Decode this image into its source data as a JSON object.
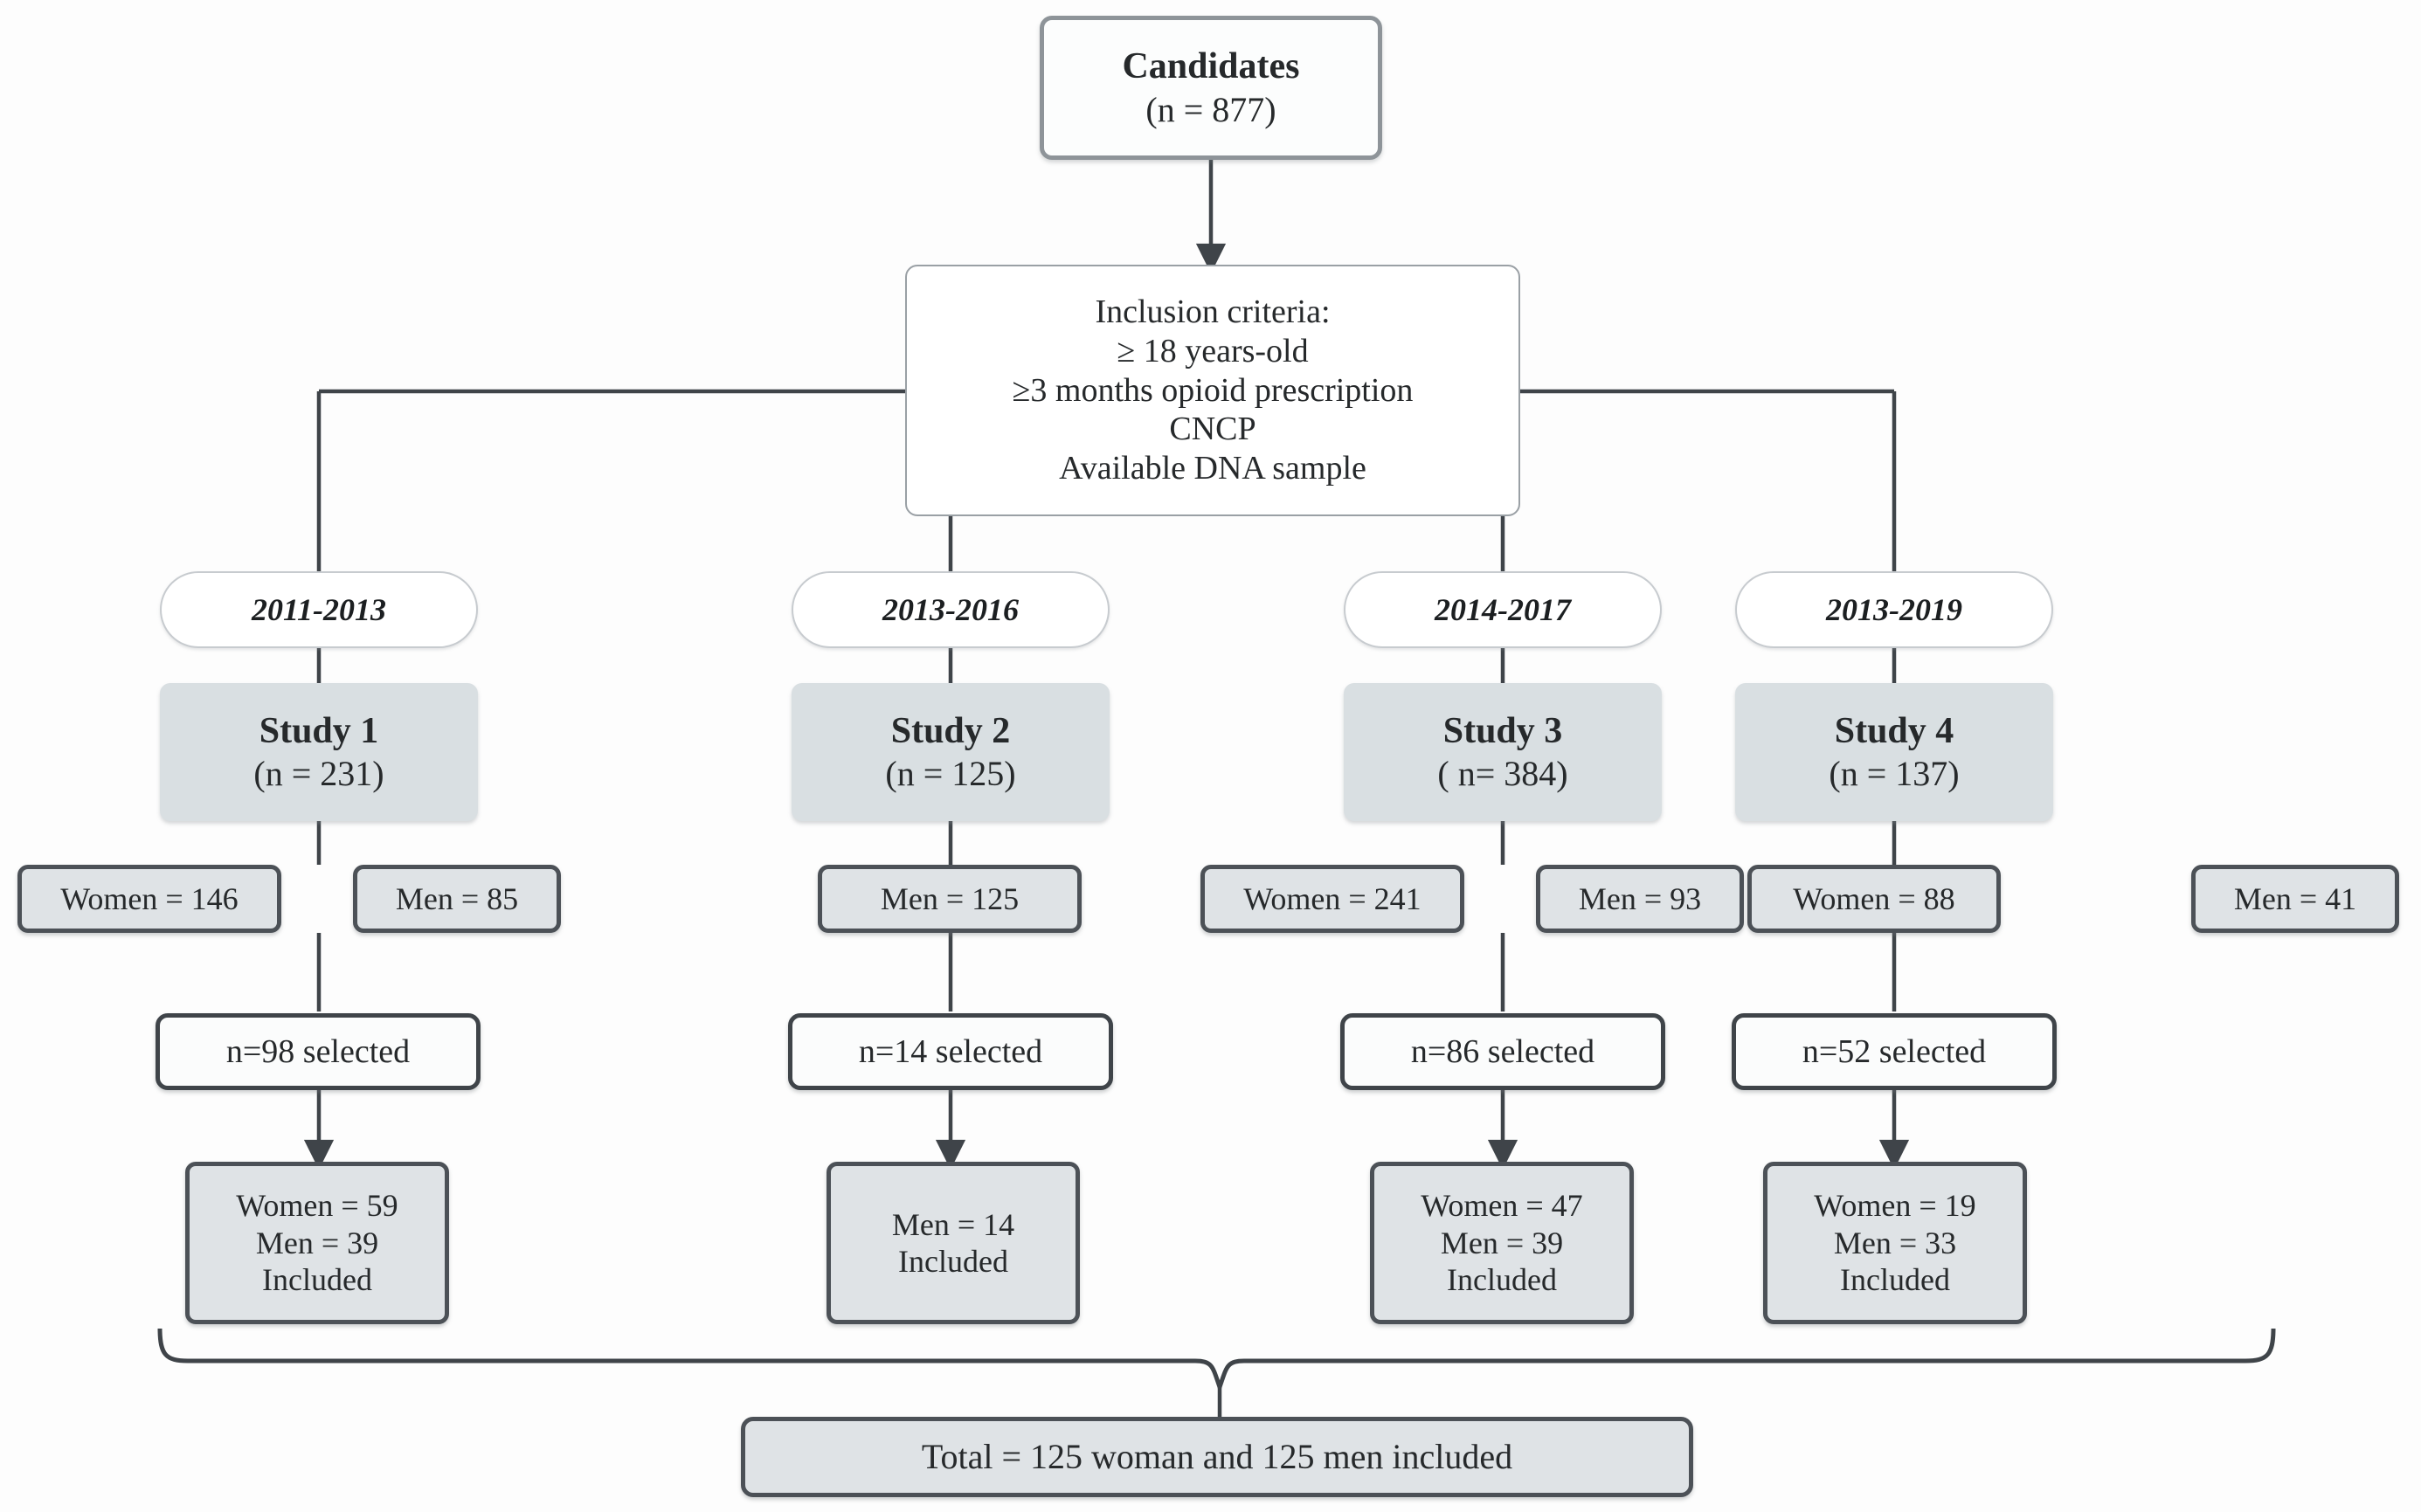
{
  "diagram": {
    "title": "Participant selection flowchart",
    "colors": {
      "page_background": "#fdfdfd",
      "study_box_fill": "#d9dfe2",
      "chip_fill": "#dfe3e6",
      "dark_border": "#4c5157",
      "light_border": "#8e9499",
      "connector": "#3f4449",
      "text": "#26292b"
    }
  },
  "candidates": {
    "label": "Candidates",
    "count_text": "(n = 877)"
  },
  "inclusion_criteria": {
    "heading": "Inclusion criteria:",
    "items": [
      "≥ 18 years-old",
      "≥3 months opioid prescription",
      "CNCP",
      "Available DNA sample"
    ]
  },
  "columns": [
    {
      "year_label": "2011-2013",
      "study_name": "Study 1",
      "study_count_text": "(n = 231)",
      "chips": [
        {
          "label": "Women = 146"
        },
        {
          "label": "Men = 85"
        }
      ],
      "selected_label": "n=98 selected",
      "included_lines": [
        "Women = 59",
        "Men = 39",
        "Included"
      ]
    },
    {
      "year_label": "2013-2016",
      "study_name": "Study 2",
      "study_count_text": "(n = 125)",
      "chips": [
        {
          "label": "Men = 125"
        }
      ],
      "selected_label": "n=14 selected",
      "included_lines": [
        "Men = 14",
        "Included"
      ]
    },
    {
      "year_label": "2014-2017",
      "study_name": "Study 3",
      "study_count_text": "( n= 384)",
      "chips": [
        {
          "label": "Women = 241"
        },
        {
          "label": "Men = 93"
        }
      ],
      "selected_label": "n=86 selected",
      "included_lines": [
        "Women = 47",
        "Men = 39",
        "Included"
      ]
    },
    {
      "year_label": "2013-2019",
      "study_name": "Study 4",
      "study_count_text": "(n = 137)",
      "chips": [
        {
          "label": "Women = 88"
        },
        {
          "label": "Men = 41"
        }
      ],
      "selected_label": "n=52 selected",
      "included_lines": [
        "Women = 19",
        "Men = 33",
        "Included"
      ]
    }
  ],
  "total": {
    "label": "Total = 125 woman and 125 men included"
  }
}
